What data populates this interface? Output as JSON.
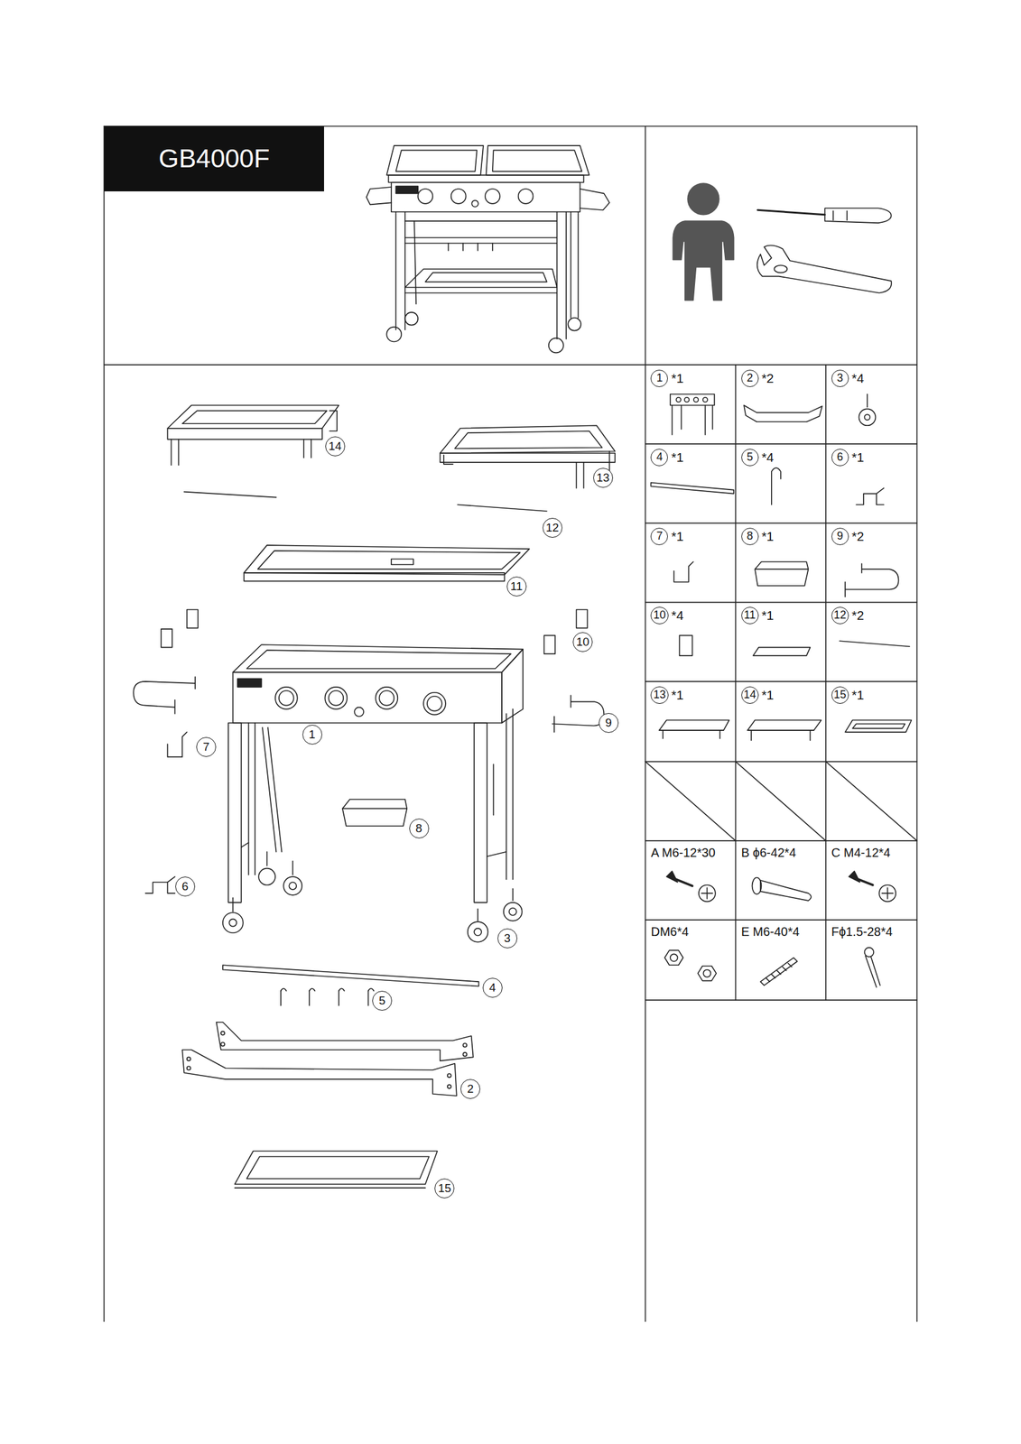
{
  "diagram": {
    "title": "GB4000F",
    "nodes": [
      {
        "text": [
          "1",
          "*1"
        ]
      },
      {
        "text": [
          "2",
          "*2"
        ]
      },
      {
        "text": [
          "3",
          "*4"
        ]
      },
      {
        "text": [
          "4",
          "*1"
        ]
      },
      {
        "text": [
          "5",
          "*4"
        ]
      },
      {
        "text": [
          "6",
          "*1"
        ]
      },
      {
        "text": [
          "7",
          "*1"
        ]
      },
      {
        "text": [
          "8",
          "*1"
        ]
      },
      {
        "text": [
          "9",
          "*2"
        ]
      },
      {
        "text": [
          "10",
          "*4"
        ]
      },
      {
        "text": [
          "11",
          "*1"
        ]
      },
      {
        "text": [
          "12",
          "*2"
        ]
      },
      {
        "text": [
          "13",
          "*1"
        ]
      },
      {
        "text": [
          "14",
          "*1"
        ]
      },
      {
        "text": [
          "15",
          "*1"
        ]
      },
      {
        "text": [
          "A M6-12*30"
        ]
      },
      {
        "text": [
          "B ϕ6-42*4"
        ]
      },
      {
        "text": [
          "C M4-12*4"
        ]
      },
      {
        "text": [
          "DM6*4"
        ]
      },
      {
        "text": [
          "E M6-40*4"
        ]
      },
      {
        "text": [
          "Fϕ1.5-28*4"
        ]
      }
    ],
    "labels": [
      "14",
      "13",
      "12",
      "11",
      "10",
      "9",
      "7",
      "1",
      "8",
      "6",
      "3",
      "4",
      "5",
      "2",
      "15"
    ]
  }
}
